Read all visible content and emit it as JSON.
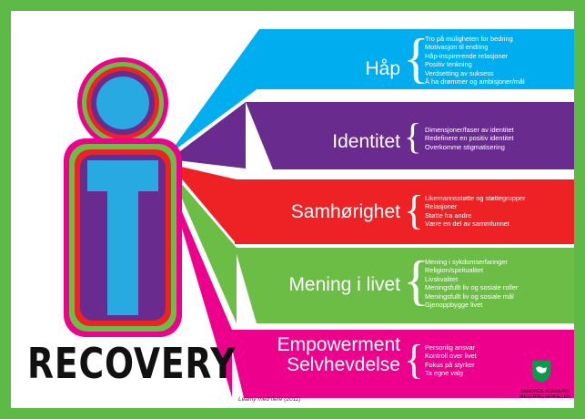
{
  "bands": [
    {
      "title": "Håp",
      "color": "#00aeef",
      "items": [
        "Tro på muligheten for bedring",
        "Motivasjon til endring",
        "Håp-inspirerende relasjoner",
        "Positiv tenkning",
        "Verdsetting av suksess",
        "Å ha drømmer og ambisjoner/mål"
      ]
    },
    {
      "title": "Identitet",
      "color": "#6a2b8e",
      "items": [
        "Dimensjoner/faser av identitet",
        "Redefinere en positiv identitet",
        "Overkomme stigmatisering"
      ]
    },
    {
      "title": "Samhørighet",
      "color": "#ee2224",
      "items": [
        "Likemannsstøtte og støttegrupper",
        "Relasjoner",
        "Støtte fra andre",
        "Være en del av sammfunnet"
      ]
    },
    {
      "title": "Mening i livet",
      "color": "#6cbd45",
      "items": [
        "Mening i sykdomserfaringer",
        "Religion/spiritualitet",
        "Livskvalitet",
        "Meningsfullt liv og sosiale roller",
        "Meningsfullt liv og sosiale mål",
        "Gjenoppbygge livet"
      ]
    },
    {
      "title": "Empowerment\nSelvhevdelse",
      "color": "#ec008c",
      "items": [
        "Personlig ansvar",
        "Kontroll over livet",
        "Fokus på styrker",
        "Ta egne valg"
      ]
    }
  ],
  "main_title": "RECOVERY",
  "citation": "Leamy med flere (2011)",
  "organization": {
    "line1": "SANDNES KOMMUNE",
    "line2": "MESTRINGSENHETEN"
  },
  "colors": {
    "frame": "#5dba46",
    "figure_core": "#29a9e1",
    "logo": "#0a9a4a"
  }
}
